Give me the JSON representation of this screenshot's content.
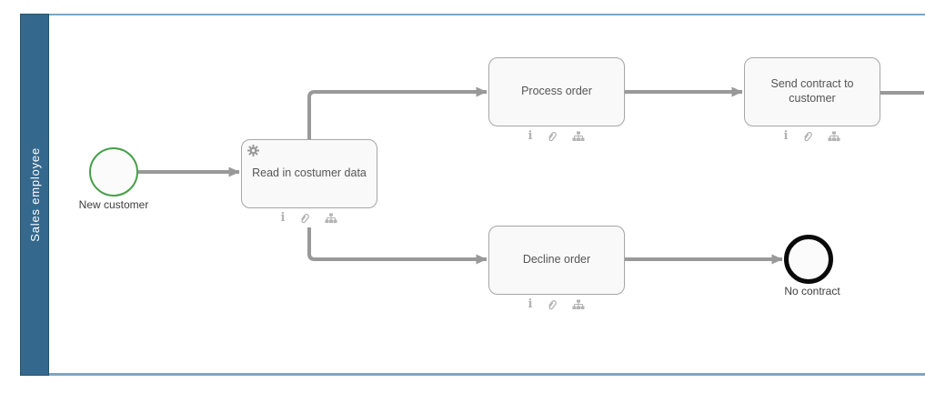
{
  "diagram": {
    "type": "bpmn-process",
    "lane": {
      "label": "Sales employee"
    },
    "events": {
      "start": {
        "kind": "start-event",
        "label": "New customer"
      },
      "end": {
        "kind": "end-event",
        "label": "No contract"
      }
    },
    "tasks": {
      "read": {
        "label": "Read in costumer data",
        "marker": "gear-icon"
      },
      "process": {
        "label": "Process order"
      },
      "send": {
        "label": "Send contract to customer"
      },
      "decline": {
        "label": "Decline order"
      }
    },
    "task_footer_icons": [
      "info-icon",
      "attachment-icon",
      "org-chart-icon"
    ],
    "flows": [
      {
        "from": "New customer (start event)",
        "to": "Read in costumer data"
      },
      {
        "from": "Read in costumer data",
        "to": "Process order"
      },
      {
        "from": "Process order",
        "to": "Send contract to customer"
      },
      {
        "from": "Send contract to customer",
        "to": "continues off-canvas right"
      },
      {
        "from": "Read in costumer data",
        "to": "Decline order"
      },
      {
        "from": "Decline order",
        "to": "No contract (end event)"
      }
    ],
    "colors": {
      "lane_fill": "#35688D",
      "lane_border": "#24536F",
      "pool_boundary": "#7FA5C1",
      "start_event_stroke": "#46A049",
      "end_event_stroke": "#0A0A0A",
      "flow_stroke": "#999999",
      "task_fill": "#F9F9F9",
      "task_border": "#A6A6A6",
      "marker_icon_color": "#B3B3B3"
    }
  }
}
